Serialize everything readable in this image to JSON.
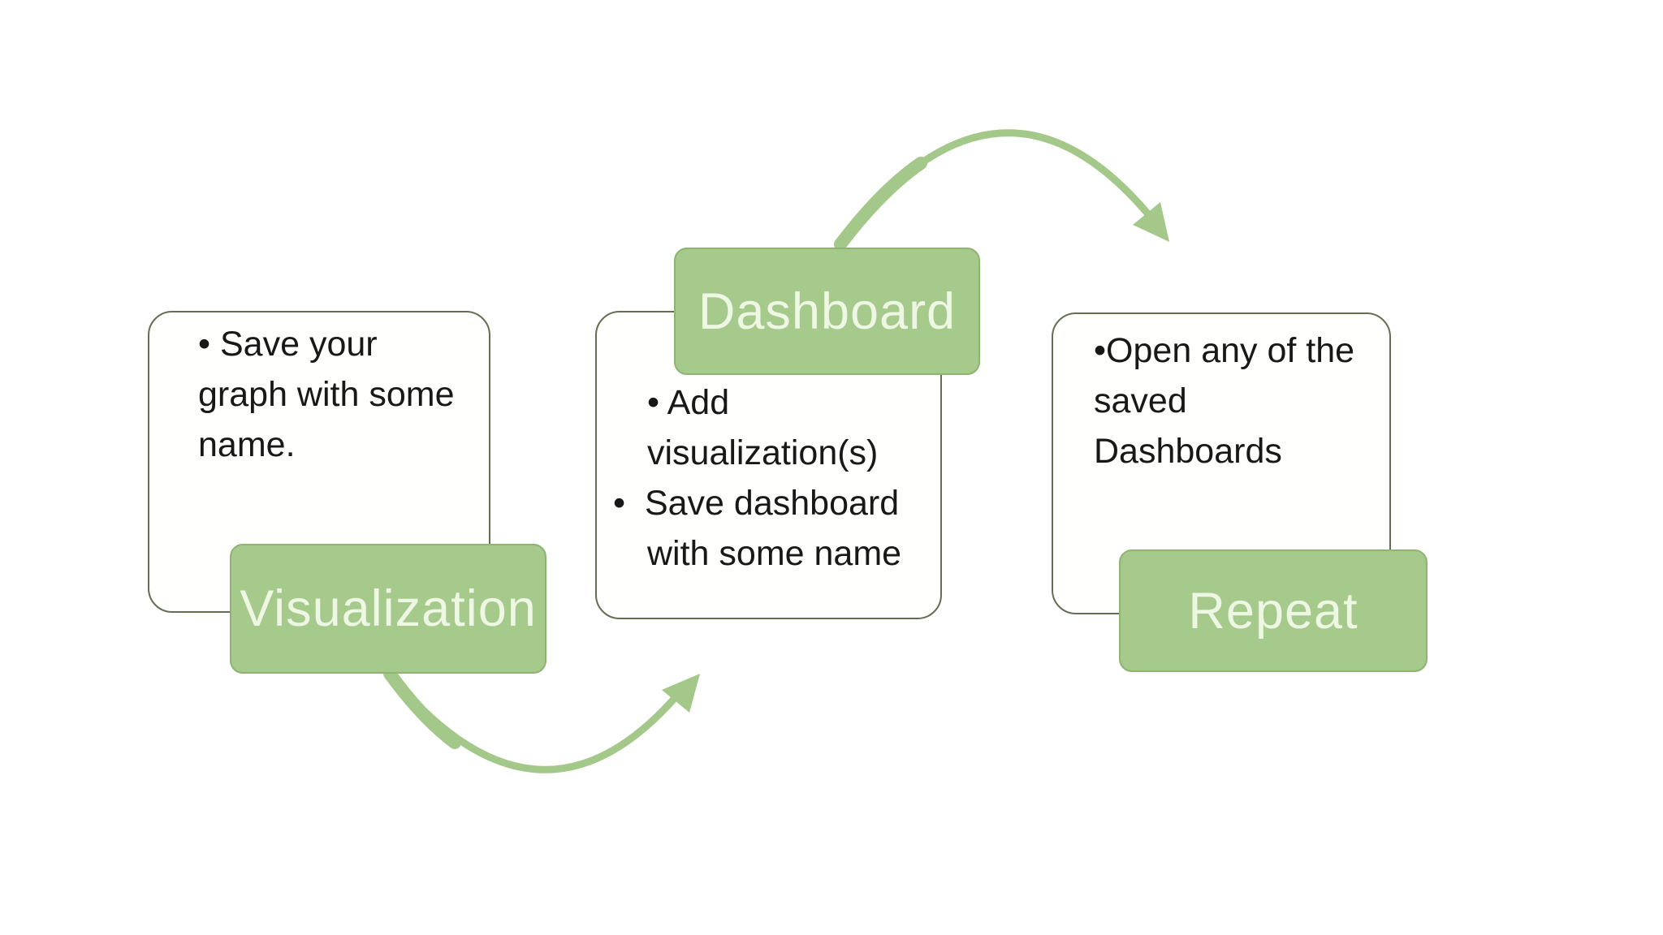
{
  "colors": {
    "background": "#ffffff",
    "accent_green_fill": "#a6c98c",
    "accent_green_border": "#8fb371",
    "label_text": "#edf7e3",
    "note_border": "#646e53",
    "note_fill": "#fffffe",
    "body_text": "#181818",
    "arrow_green": "#a4c889"
  },
  "labels": {
    "step1": "Visualization",
    "step2": "Dashboard",
    "step3": "Repeat"
  },
  "notes": {
    "note1": {
      "lines": [
        "• Save your",
        "graph with some",
        "name."
      ]
    },
    "note2": {
      "lines": [
        "• Add",
        "visualization(s)",
        "•  Save dashboard",
        "with some name"
      ]
    },
    "note3": {
      "lines": [
        "•Open any of the",
        "saved",
        "Dashboards"
      ]
    }
  },
  "icons": {
    "arrow1": "curved-arrow-visualization-to-dashboard",
    "arrow2": "curved-arrow-dashboard-to-repeat"
  }
}
